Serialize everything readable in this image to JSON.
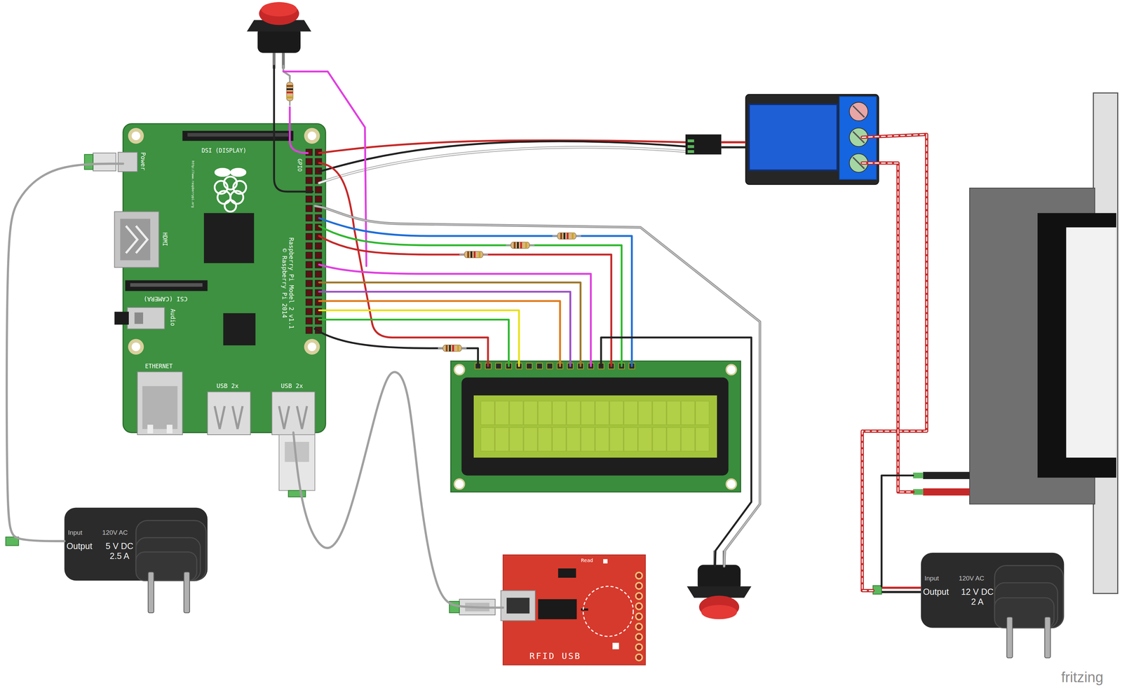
{
  "diagram": {
    "nodes": [
      {
        "text": [
          "DSI (DISPLAY)",
          "http://www.raspberrypi.org",
          "GPIO",
          "Raspberry Pi Model 2 v1.1 © Raspberry Pi 2014",
          "HDMI",
          "CSI (CAMERA)",
          "Audio",
          "ETHERNET",
          "USB 2x",
          "USB 2x",
          "Power"
        ]
      },
      {
        "text": [
          "Input",
          "120V AC",
          "Output",
          "5 V DC 2.5 A"
        ]
      },
      {
        "text": [
          "Read",
          "RFID USB"
        ]
      },
      {
        "text": [
          "Input",
          "120V AC",
          "Output",
          "12 V DC 2 A"
        ]
      }
    ],
    "edges": [
      {
        "from": 1,
        "to": 0,
        "arrow": "none"
      },
      {
        "from": 2,
        "to": 0,
        "arrow": "none"
      }
    ],
    "labels": [
      "fritzing"
    ]
  }
}
